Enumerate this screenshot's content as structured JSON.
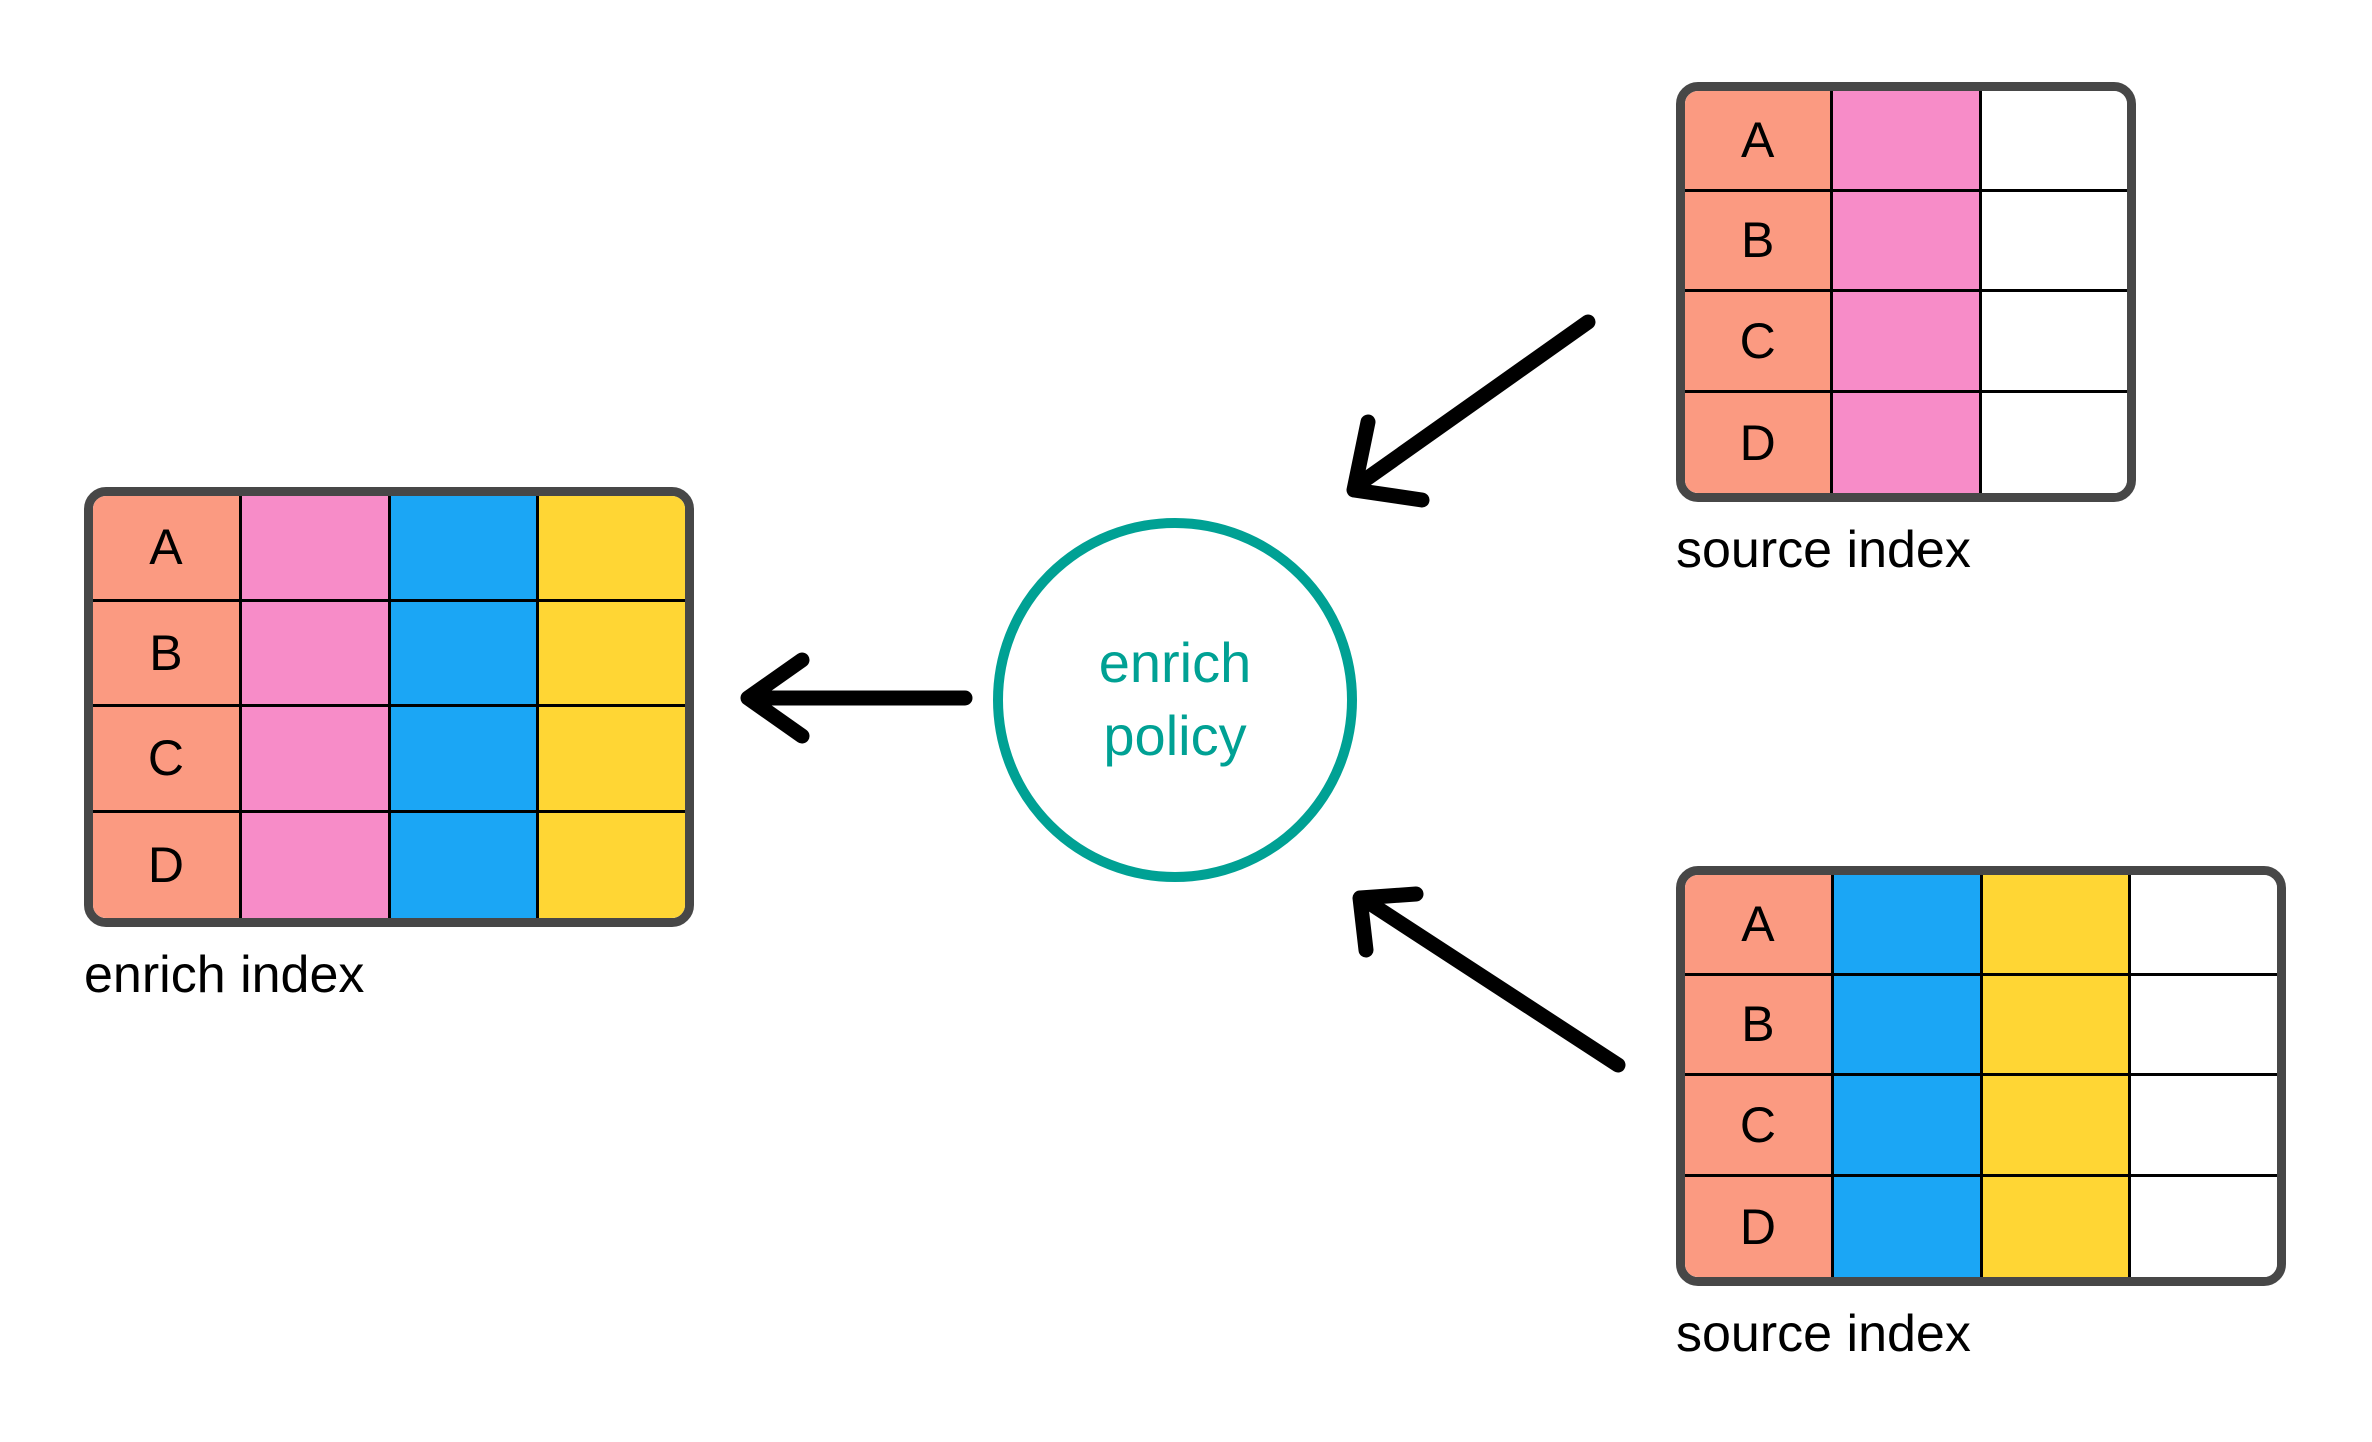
{
  "diagram": {
    "title_visible": false,
    "background": "#ffffff",
    "colors": {
      "key_orange": "#fb9a81",
      "pink": "#f78cc8",
      "blue": "#1ba6f5",
      "yellow": "#ffd634",
      "white": "#ffffff",
      "table_border": "#474747",
      "cell_border": "#000000",
      "accent_teal": "#00a194",
      "arrow": "#000000",
      "label_text": "#000000"
    }
  },
  "enrich_index": {
    "label": "enrich index",
    "columns": [
      "key",
      "pink",
      "blue",
      "yellow"
    ],
    "rows": [
      {
        "key": "A",
        "cells": [
          "A",
          "",
          "",
          ""
        ]
      },
      {
        "key": "B",
        "cells": [
          "B",
          "",
          "",
          ""
        ]
      },
      {
        "key": "C",
        "cells": [
          "C",
          "",
          "",
          ""
        ]
      },
      {
        "key": "D",
        "cells": [
          "D",
          "",
          "",
          ""
        ]
      }
    ],
    "cell_colors": [
      "#fb9a81",
      "#f78cc8",
      "#1ba6f5",
      "#ffd634"
    ]
  },
  "source_index_top": {
    "label": "source index",
    "columns": [
      "key",
      "pink",
      "empty"
    ],
    "rows": [
      {
        "key": "A",
        "cells": [
          "A",
          "",
          ""
        ]
      },
      {
        "key": "B",
        "cells": [
          "B",
          "",
          ""
        ]
      },
      {
        "key": "C",
        "cells": [
          "C",
          "",
          ""
        ]
      },
      {
        "key": "D",
        "cells": [
          "D",
          "",
          ""
        ]
      }
    ],
    "cell_colors": [
      "#fb9a81",
      "#f78cc8",
      "#ffffff"
    ]
  },
  "source_index_bottom": {
    "label": "source index",
    "columns": [
      "key",
      "blue",
      "yellow",
      "empty"
    ],
    "rows": [
      {
        "key": "A",
        "cells": [
          "A",
          "",
          "",
          ""
        ]
      },
      {
        "key": "B",
        "cells": [
          "B",
          "",
          "",
          ""
        ]
      },
      {
        "key": "C",
        "cells": [
          "C",
          "",
          "",
          ""
        ]
      },
      {
        "key": "D",
        "cells": [
          "D",
          "",
          "",
          ""
        ]
      }
    ],
    "cell_colors": [
      "#fb9a81",
      "#1ba6f5",
      "#ffd634",
      "#ffffff"
    ]
  },
  "policy": {
    "line1": "enrich",
    "line2": "policy"
  },
  "arrows": [
    {
      "name": "arrow-top-source-to-policy",
      "direction": "down-left",
      "from": "source_index_top",
      "to": "policy"
    },
    {
      "name": "arrow-bottom-source-to-policy",
      "direction": "up-left",
      "from": "source_index_bottom",
      "to": "policy"
    },
    {
      "name": "arrow-policy-to-enrich-index",
      "direction": "left",
      "from": "policy",
      "to": "enrich_index"
    }
  ]
}
